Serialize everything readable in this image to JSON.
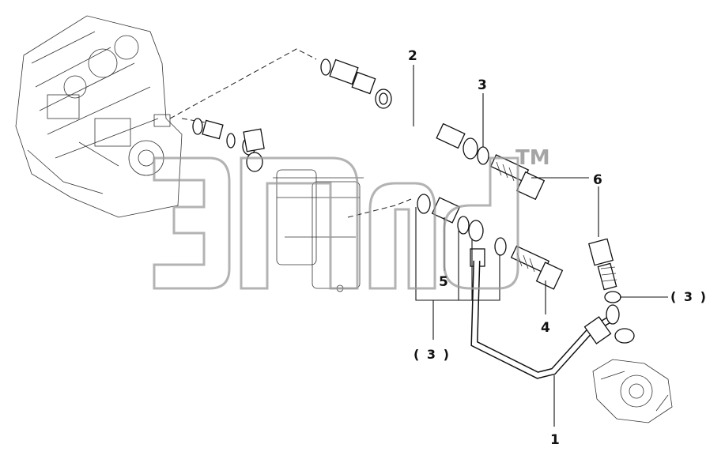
{
  "callouts": {
    "c1": "1",
    "c2": "2",
    "c3_top": "3",
    "c4": "4",
    "c5": "5",
    "c6": "6",
    "c3_right": "( 3 )",
    "c3_bottom": "( 3 )"
  },
  "watermark": {
    "tm": "TM"
  },
  "colors": {
    "line": "#111111",
    "watermark": "#9a9a9a"
  }
}
